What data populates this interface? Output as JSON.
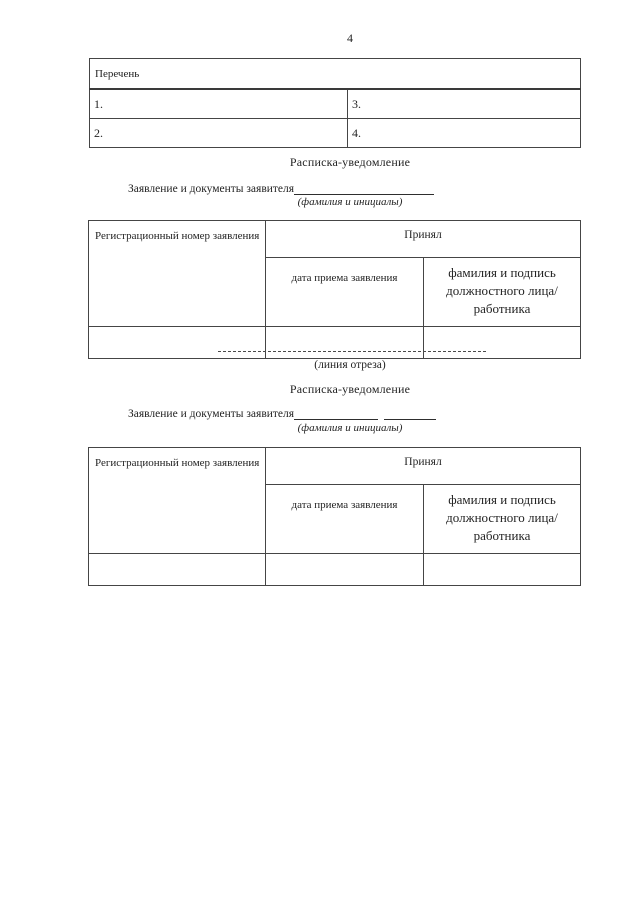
{
  "page_number": "4",
  "perechen": {
    "header": "Перечень",
    "rows": [
      [
        "1.",
        "3."
      ],
      [
        "2.",
        "4."
      ]
    ]
  },
  "cut_line_label": "(линия отреза)",
  "receipt": {
    "title": "Расписка-уведомление",
    "claim_label": "Заявление и документы заявителя",
    "claim_hint": "(фамилия и инициалы)",
    "table": {
      "reg_number_header": "Регистрационный номер заявления",
      "accepted_header": "Принял",
      "date_header": "дата приема заявления",
      "signature_header": "фамилия и подпись должностного лица/работника"
    }
  }
}
